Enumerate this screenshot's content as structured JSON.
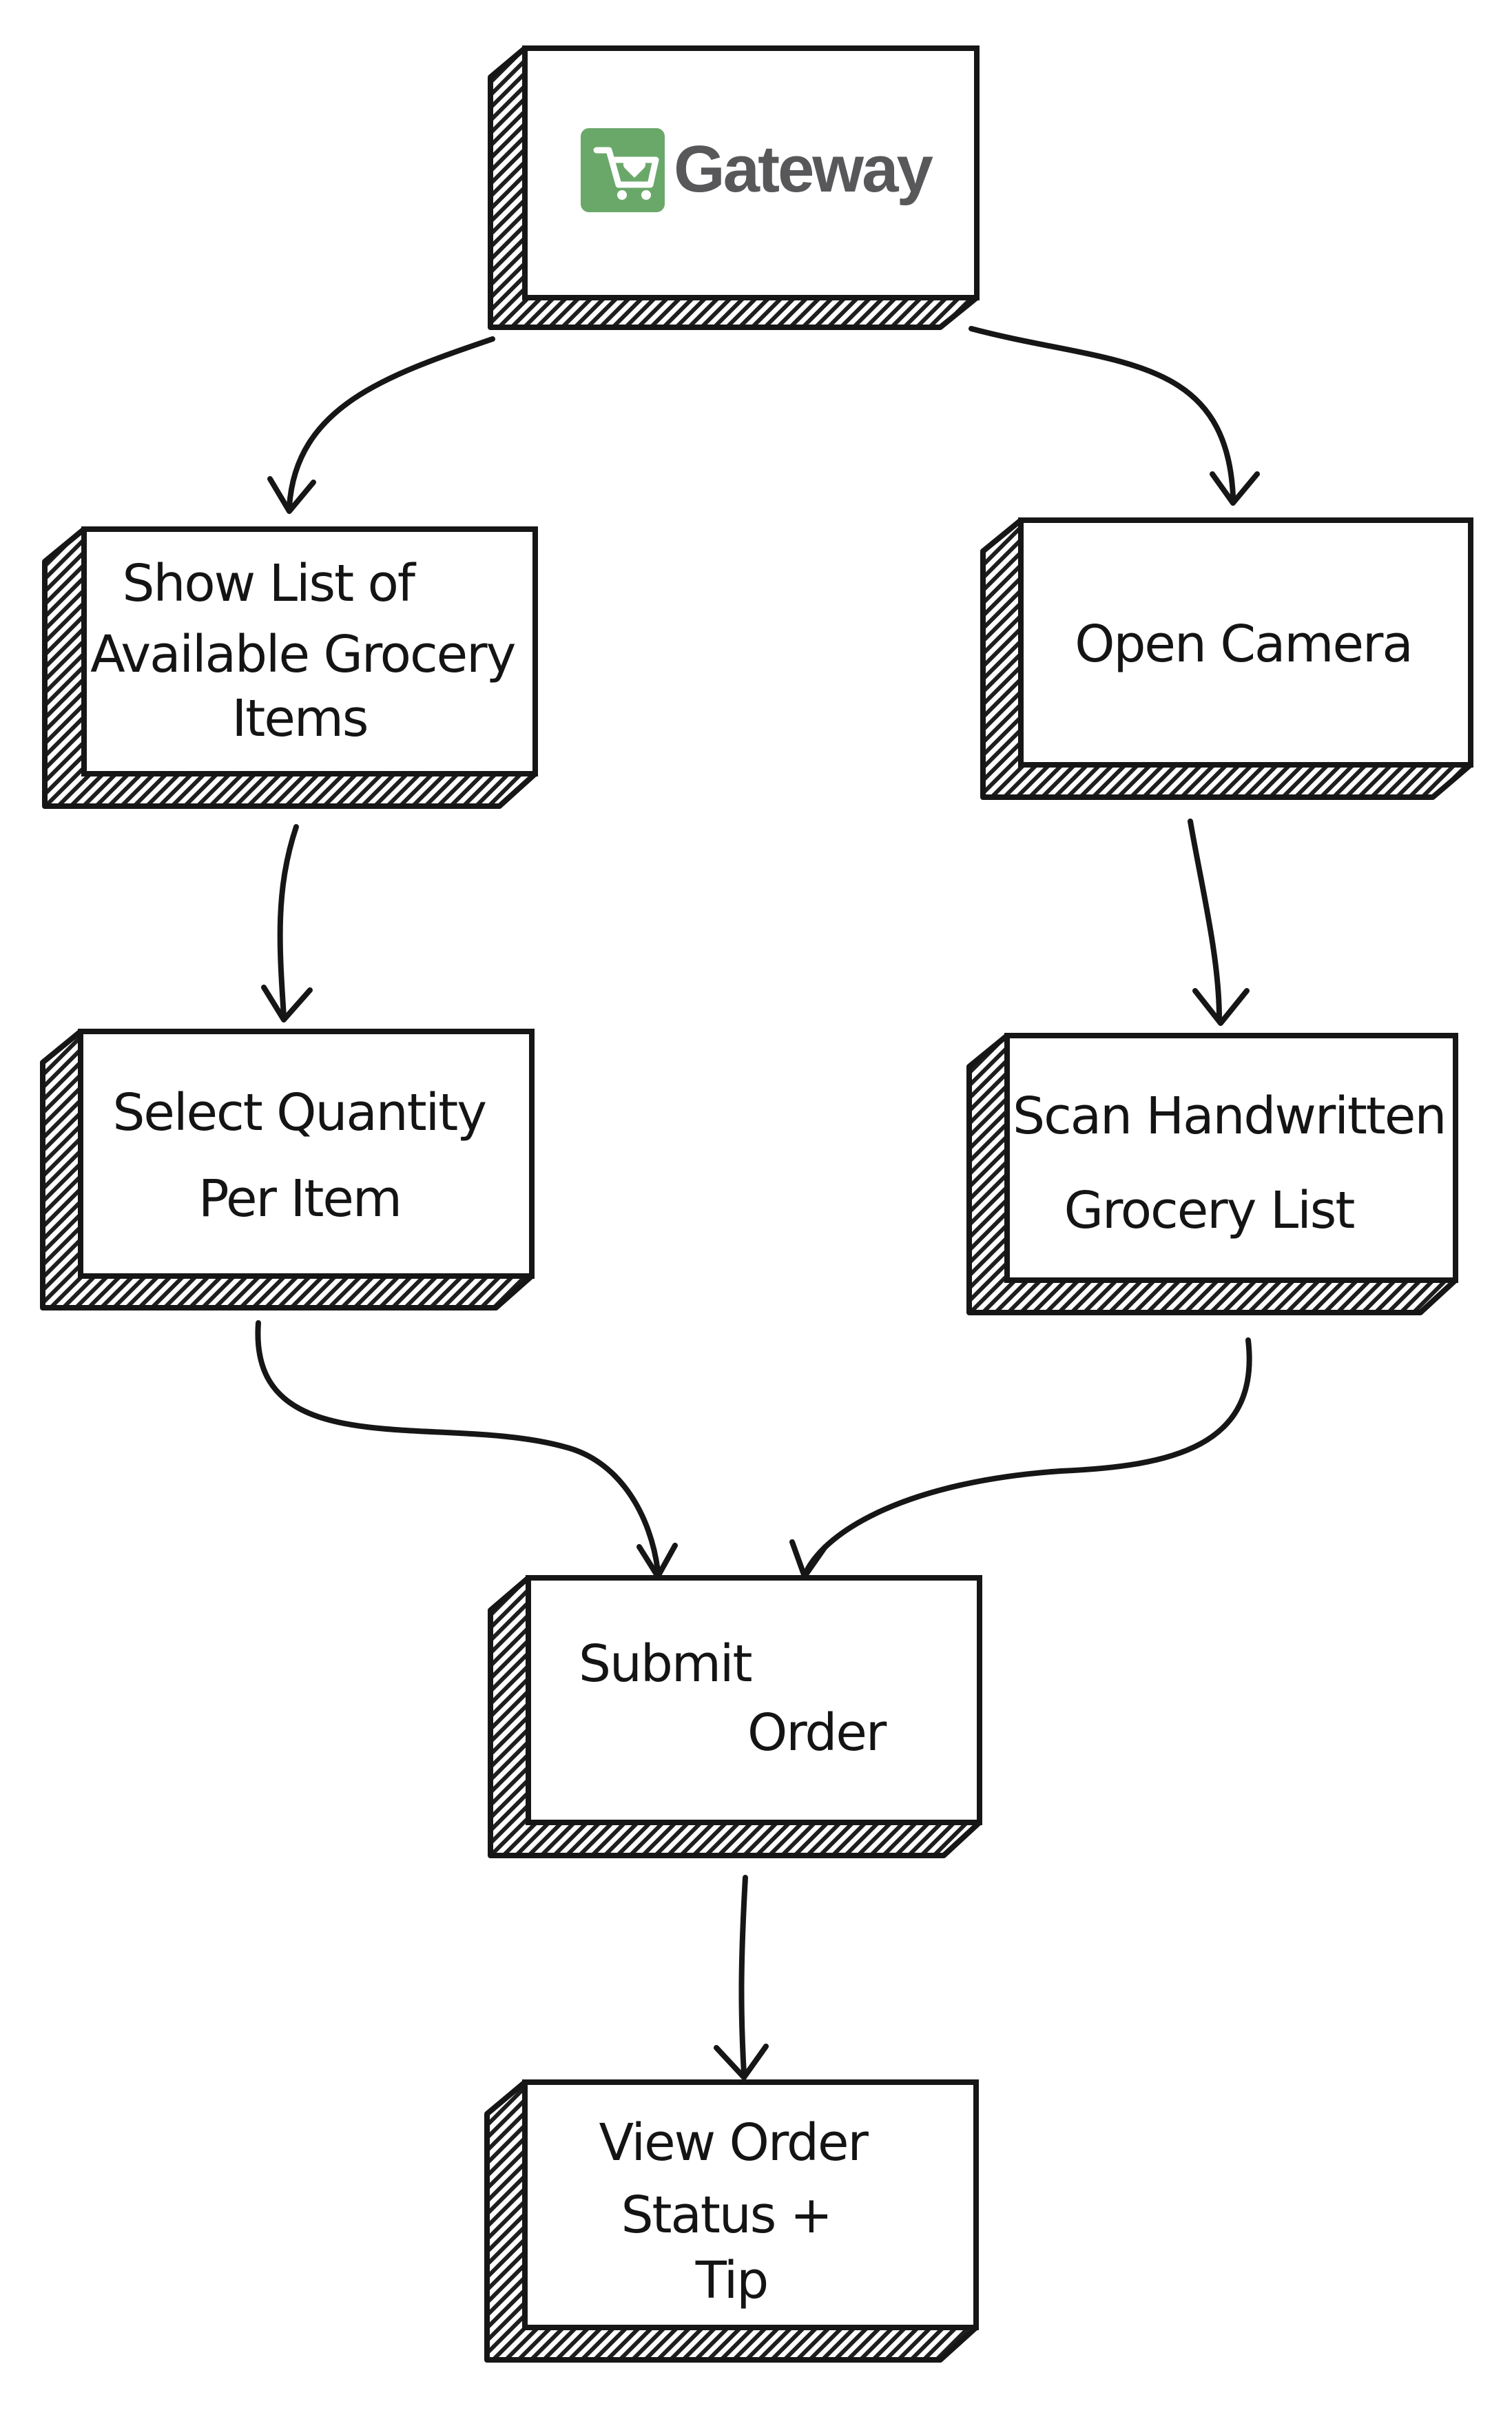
{
  "logo": {
    "text": "Gateway",
    "icon": "shopping-cart-heart-icon",
    "icon_bg": "#6aa86a",
    "text_color": "#58585a"
  },
  "nodes": {
    "gateway": {
      "label_lines": []
    },
    "show_list": {
      "label_lines": [
        "Show List of",
        "Available Grocery",
        "Items"
      ]
    },
    "open_camera": {
      "label_lines": [
        "Open Camera"
      ]
    },
    "select_quantity": {
      "label_lines": [
        "Select Quantity",
        "Per Item"
      ]
    },
    "scan_list": {
      "label_lines": [
        "Scan Handwritten",
        "Grocery List"
      ]
    },
    "submit_order": {
      "label_lines": [
        "Submit",
        "Order"
      ]
    },
    "view_status": {
      "label_lines": [
        "View Order",
        "Status +",
        "Tip"
      ]
    }
  },
  "edges": [
    {
      "from": "gateway",
      "to": "show_list"
    },
    {
      "from": "gateway",
      "to": "open_camera"
    },
    {
      "from": "show_list",
      "to": "select_quantity"
    },
    {
      "from": "open_camera",
      "to": "scan_list"
    },
    {
      "from": "select_quantity",
      "to": "submit_order"
    },
    {
      "from": "scan_list",
      "to": "submit_order"
    },
    {
      "from": "submit_order",
      "to": "view_status"
    }
  ],
  "colors": {
    "ink": "#161616",
    "background": "#ffffff"
  }
}
